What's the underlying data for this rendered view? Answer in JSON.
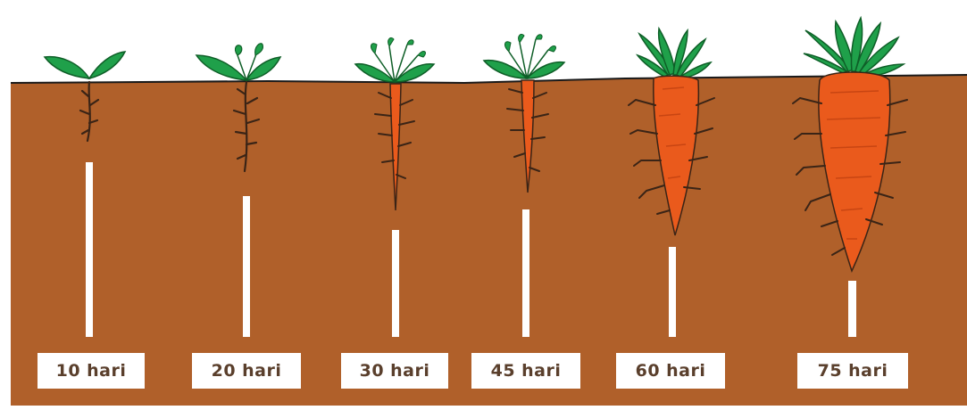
{
  "colors": {
    "soil": "#b0602a",
    "sky": "#ffffff",
    "leaf": "#1fa04a",
    "leaf_dark": "#0e5e27",
    "root": "#3a2416",
    "carrot": "#ea5a1c",
    "carrot_dark": "#c84512",
    "label_bg": "#ffffff",
    "label_text": "#5a3f2c",
    "depth_bar": "#ffffff"
  },
  "icons": [
    "seedling-icon",
    "carrot-icon"
  ],
  "stages": [
    {
      "label": "10 hari"
    },
    {
      "label": "20 hari"
    },
    {
      "label": "30 hari"
    },
    {
      "label": "45 hari"
    },
    {
      "label": "60 hari"
    },
    {
      "label": "75 hari"
    }
  ]
}
